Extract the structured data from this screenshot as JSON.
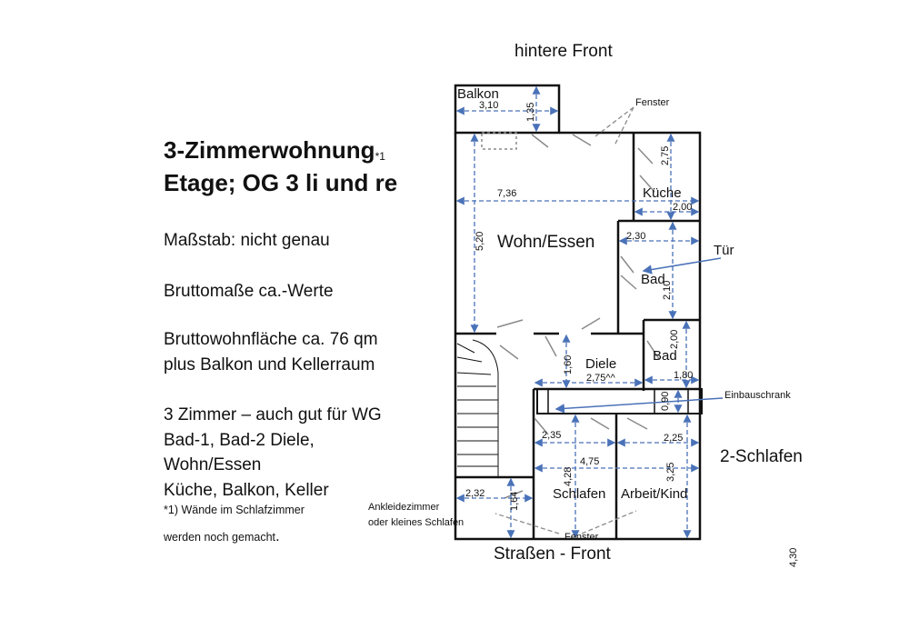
{
  "headings": {
    "title": "3-Zimmerwohnung",
    "title_note": "*1",
    "floor": "Etage;  OG 3 li und re"
  },
  "info": {
    "scale": "Maßstab: nicht genau",
    "gross": "Bruttomaße ca.-Werte",
    "area": "Bruttowohnfläche ca. 76 qm",
    "extras": "plus Balkon und Kellerraum",
    "rooms_1": "3 Zimmer – auch gut für WG",
    "rooms_2": "Bad-1, Bad-2 Diele,",
    "rooms_3": "Wohn/Essen",
    "rooms_4": "Küche, Balkon, Keller",
    "footnote_1": "*1) Wände im Schlafzimmer",
    "footnote_2": "werden noch gemacht",
    "footnote_end": "."
  },
  "plan": {
    "back_front": "hintere Front",
    "street_front": "Straßen - Front",
    "rooms": {
      "balkon": "Balkon",
      "kueche": "Küche",
      "wohn": "Wohn/Essen",
      "bad1": "Bad",
      "bad2": "Bad",
      "diele": "Diele",
      "schlafen": "Schlafen",
      "arbeit": "Arbeit/Kind",
      "schlafen2": "2-Schlafen",
      "ankleide_1": "Ankleidezimmer",
      "ankleide_2": "oder kleines Schlafen"
    },
    "callouts": {
      "fenster_top": "Fenster",
      "tuer": "Tür",
      "einbauschrank": "Einbauschrank",
      "fenster_bottom": "Fenster"
    },
    "dims": {
      "balkon_w": "3,10",
      "balkon_d": "1,35",
      "kueche_h": "2,75",
      "kueche_w": "2,00",
      "wohn_w": "7,36",
      "wohn_h": "5,20",
      "bad_w": "2,30",
      "bad_h": "2,10",
      "diele_h": "1,60",
      "diele_w": "2,75^^",
      "bad2_h": "2,00",
      "bad2_w": "1,80",
      "schrank": "0,90",
      "schlafen_w1": "2,35",
      "arbeit_w": "2,25",
      "schlafen_w2": "4,75",
      "schlafen_h": "4,28",
      "arbeit_h": "3,25",
      "ankleide_w": "2,32",
      "ankleide_h": "1,64",
      "side_width": "4,30"
    }
  },
  "colors": {
    "wall": "#111111",
    "dim": "#4a72b8",
    "callout": "#8a8a8a",
    "arrow": "#4a72b8"
  }
}
